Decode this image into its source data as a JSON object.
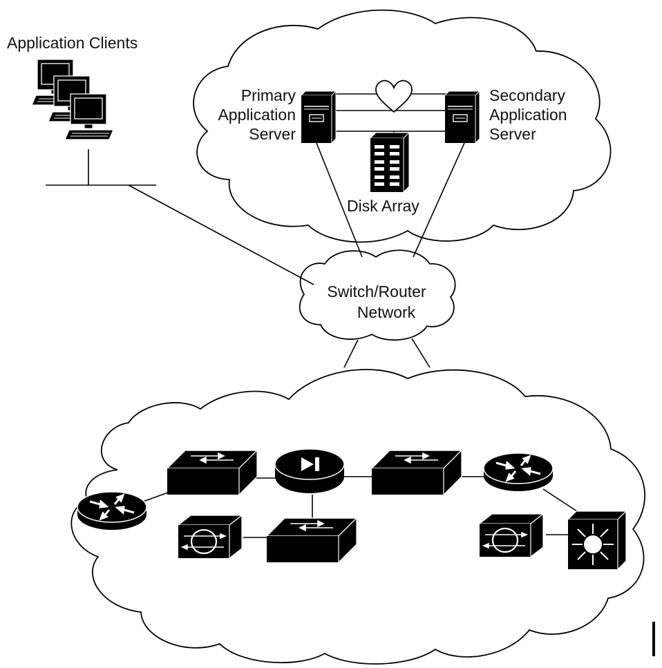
{
  "labels": {
    "application_clients": "Application Clients",
    "primary_server": [
      "Primary",
      "Application",
      "Server"
    ],
    "secondary_server": [
      "Secondary",
      "Application",
      "Server"
    ],
    "disk_array": "Disk Array",
    "network": [
      "Switch/Router",
      "Network"
    ]
  },
  "icons": {
    "client_workstation": "workstation-icon",
    "primary_server": "tower-server-icon",
    "secondary_server": "tower-server-icon",
    "disk_array": "disk-array-icon",
    "heartbeat": "heart-icon",
    "router": "router-icon",
    "workgroup_switch": "workgroup-switch-icon",
    "content_engine": "content-engine-icon",
    "multilayer_switch": "multilayer-switch-icon"
  },
  "colors": {
    "device_fill": "#000000",
    "line": "#000000",
    "background": "#ffffff"
  }
}
